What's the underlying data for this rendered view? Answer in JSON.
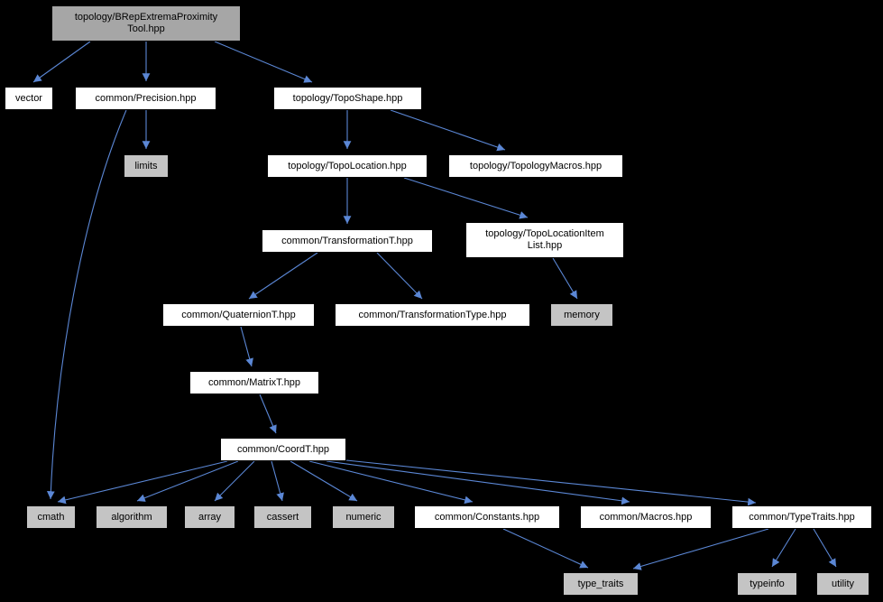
{
  "colors": {
    "background": "#000000",
    "edge": "#5b87d5",
    "node_fill": "#ffffff",
    "system_fill": "#c4c4c4",
    "root_fill": "#a6a6a6",
    "node_border": "#000000",
    "text": "#000000"
  },
  "nodes": [
    {
      "id": "brep",
      "label": "topology/BRepExtremaProximity\nTool.hpp",
      "kind": "root"
    },
    {
      "id": "vector",
      "label": "vector",
      "kind": "doc"
    },
    {
      "id": "precision",
      "label": "common/Precision.hpp",
      "kind": "doc"
    },
    {
      "id": "toposhape",
      "label": "topology/TopoShape.hpp",
      "kind": "doc"
    },
    {
      "id": "limits",
      "label": "limits",
      "kind": "system"
    },
    {
      "id": "topolocation",
      "label": "topology/TopoLocation.hpp",
      "kind": "doc"
    },
    {
      "id": "topologymacros",
      "label": "topology/TopologyMacros.hpp",
      "kind": "doc"
    },
    {
      "id": "transformationt",
      "label": "common/TransformationT.hpp",
      "kind": "doc"
    },
    {
      "id": "topolocationitemlist",
      "label": "topology/TopoLocationItem\nList.hpp",
      "kind": "doc"
    },
    {
      "id": "quaterniont",
      "label": "common/QuaternionT.hpp",
      "kind": "doc"
    },
    {
      "id": "transformationtype",
      "label": "common/TransformationType.hpp",
      "kind": "doc"
    },
    {
      "id": "memory",
      "label": "memory",
      "kind": "system"
    },
    {
      "id": "matrixt",
      "label": "common/MatrixT.hpp",
      "kind": "doc"
    },
    {
      "id": "coordt",
      "label": "common/CoordT.hpp",
      "kind": "doc"
    },
    {
      "id": "cmath",
      "label": "cmath",
      "kind": "system"
    },
    {
      "id": "algorithm",
      "label": "algorithm",
      "kind": "system"
    },
    {
      "id": "array",
      "label": "array",
      "kind": "system"
    },
    {
      "id": "cassert",
      "label": "cassert",
      "kind": "system"
    },
    {
      "id": "numeric",
      "label": "numeric",
      "kind": "system"
    },
    {
      "id": "constants",
      "label": "common/Constants.hpp",
      "kind": "doc"
    },
    {
      "id": "macros",
      "label": "common/Macros.hpp",
      "kind": "doc"
    },
    {
      "id": "typetraits",
      "label": "common/TypeTraits.hpp",
      "kind": "doc"
    },
    {
      "id": "type_traits",
      "label": "type_traits",
      "kind": "system"
    },
    {
      "id": "typeinfo",
      "label": "typeinfo",
      "kind": "system"
    },
    {
      "id": "utility",
      "label": "utility",
      "kind": "system"
    }
  ],
  "edges": [
    {
      "from": "brep",
      "to": "vector"
    },
    {
      "from": "brep",
      "to": "precision"
    },
    {
      "from": "brep",
      "to": "toposhape"
    },
    {
      "from": "precision",
      "to": "limits"
    },
    {
      "from": "precision",
      "to": "cmath"
    },
    {
      "from": "toposhape",
      "to": "topolocation"
    },
    {
      "from": "toposhape",
      "to": "topologymacros"
    },
    {
      "from": "topolocation",
      "to": "transformationt"
    },
    {
      "from": "topolocation",
      "to": "topolocationitemlist"
    },
    {
      "from": "transformationt",
      "to": "quaterniont"
    },
    {
      "from": "transformationt",
      "to": "transformationtype"
    },
    {
      "from": "topolocationitemlist",
      "to": "memory"
    },
    {
      "from": "quaterniont",
      "to": "matrixt"
    },
    {
      "from": "matrixt",
      "to": "coordt"
    },
    {
      "from": "coordt",
      "to": "cmath"
    },
    {
      "from": "coordt",
      "to": "algorithm"
    },
    {
      "from": "coordt",
      "to": "array"
    },
    {
      "from": "coordt",
      "to": "cassert"
    },
    {
      "from": "coordt",
      "to": "numeric"
    },
    {
      "from": "coordt",
      "to": "constants"
    },
    {
      "from": "coordt",
      "to": "macros"
    },
    {
      "from": "coordt",
      "to": "typetraits"
    },
    {
      "from": "constants",
      "to": "type_traits"
    },
    {
      "from": "typetraits",
      "to": "type_traits"
    },
    {
      "from": "typetraits",
      "to": "typeinfo"
    },
    {
      "from": "typetraits",
      "to": "utility"
    }
  ]
}
